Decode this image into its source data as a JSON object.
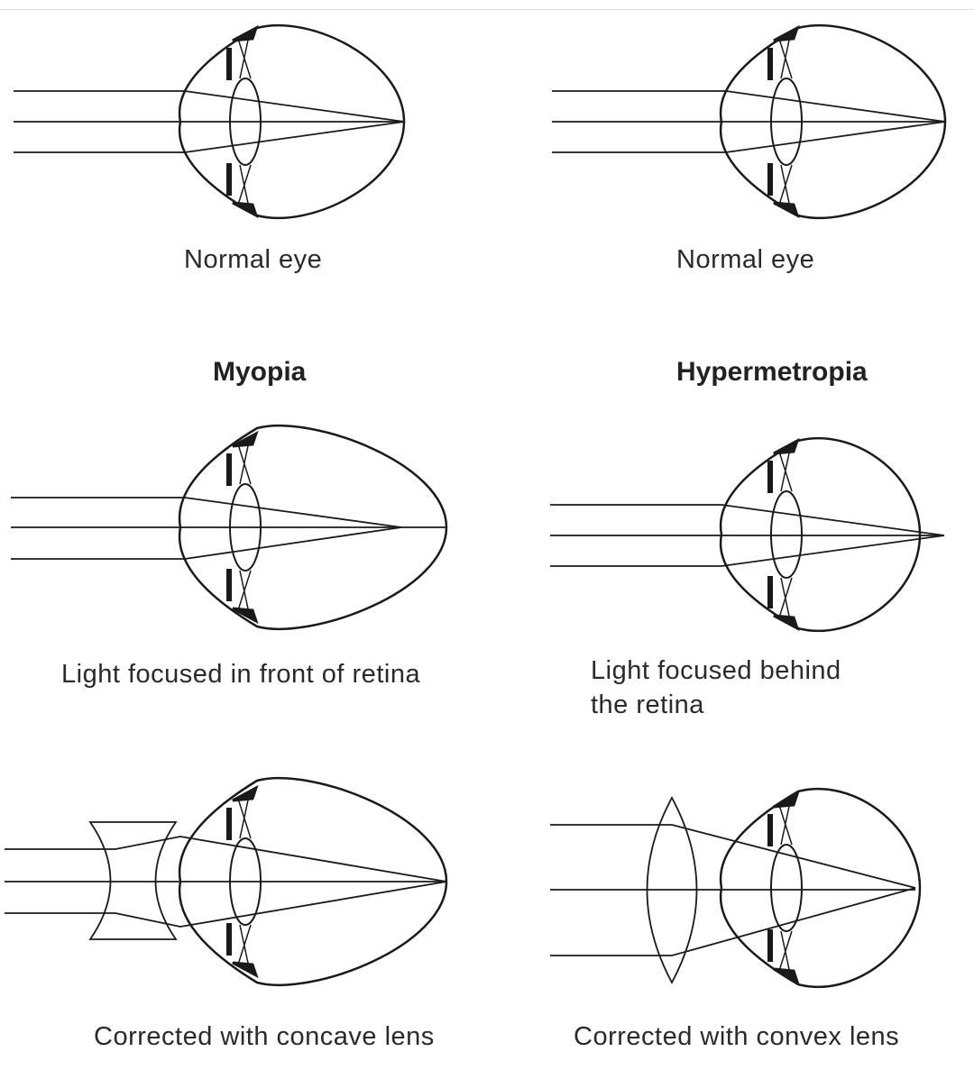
{
  "headings": {
    "myopia": "Myopia",
    "hypermetropia": "Hypermetropia"
  },
  "labels": {
    "normal_left": "Normal eye",
    "normal_right": "Normal eye",
    "myopia": "Light focused in front of retina",
    "hyper_line1": "Light focused behind",
    "hyper_line2": "the retina",
    "concave": "Corrected with concave lens",
    "convex": "Corrected with convex lens"
  },
  "colors": {
    "stroke": "#1a1a1a",
    "background": "#ffffff"
  }
}
